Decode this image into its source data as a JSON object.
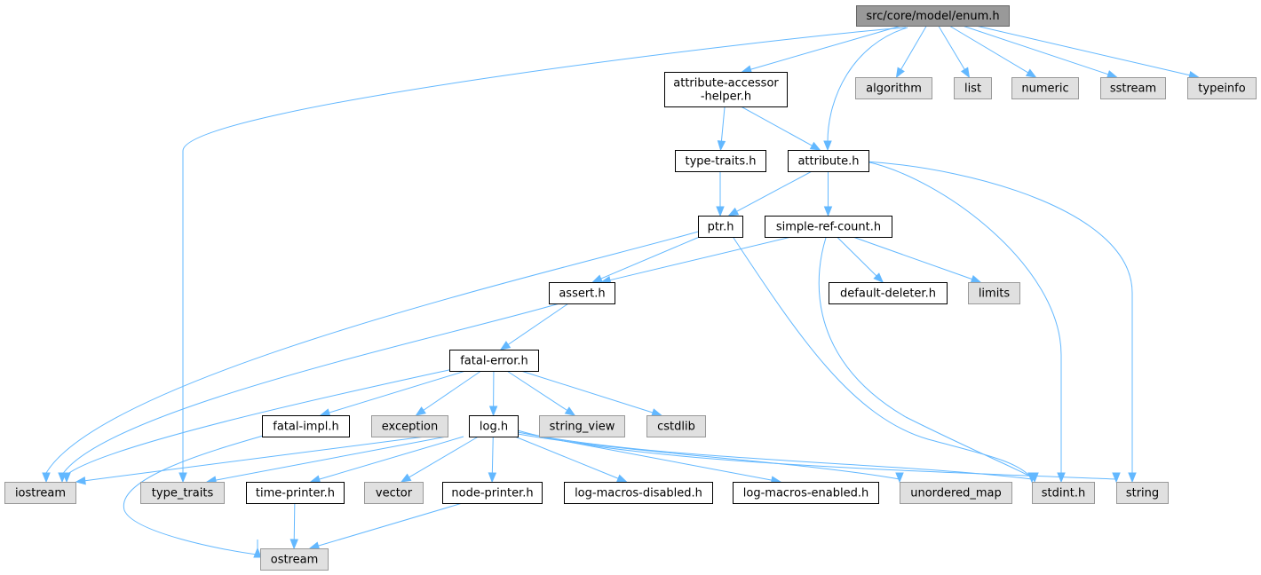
{
  "colors": {
    "edge": "#63b8ff",
    "root_fill": "#999999",
    "root_stroke": "#666666",
    "internal_fill": "#ffffff",
    "internal_stroke": "#000000",
    "system_fill": "#e0e0e0",
    "system_stroke": "#999999"
  },
  "nodes": [
    {
      "id": "enum",
      "label": [
        "src/core/model/enum.h"
      ],
      "kind": "root"
    },
    {
      "id": "aah",
      "label": [
        "attribute-accessor",
        "-helper.h"
      ],
      "kind": "internal"
    },
    {
      "id": "algorithm",
      "label": [
        "algorithm"
      ],
      "kind": "system"
    },
    {
      "id": "list",
      "label": [
        "list"
      ],
      "kind": "system"
    },
    {
      "id": "numeric",
      "label": [
        "numeric"
      ],
      "kind": "system"
    },
    {
      "id": "sstream",
      "label": [
        "sstream"
      ],
      "kind": "system"
    },
    {
      "id": "typeinfo",
      "label": [
        "typeinfo"
      ],
      "kind": "system"
    },
    {
      "id": "typetraitsh",
      "label": [
        "type-traits.h"
      ],
      "kind": "internal"
    },
    {
      "id": "attribute",
      "label": [
        "attribute.h"
      ],
      "kind": "internal"
    },
    {
      "id": "ptr",
      "label": [
        "ptr.h"
      ],
      "kind": "internal"
    },
    {
      "id": "srcount",
      "label": [
        "simple-ref-count.h"
      ],
      "kind": "internal"
    },
    {
      "id": "assert",
      "label": [
        "assert.h"
      ],
      "kind": "internal"
    },
    {
      "id": "defdel",
      "label": [
        "default-deleter.h"
      ],
      "kind": "internal"
    },
    {
      "id": "limits",
      "label": [
        "limits"
      ],
      "kind": "system"
    },
    {
      "id": "fatalerr",
      "label": [
        "fatal-error.h"
      ],
      "kind": "internal"
    },
    {
      "id": "fatalimpl",
      "label": [
        "fatal-impl.h"
      ],
      "kind": "internal"
    },
    {
      "id": "exception",
      "label": [
        "exception"
      ],
      "kind": "system"
    },
    {
      "id": "log",
      "label": [
        "log.h"
      ],
      "kind": "internal"
    },
    {
      "id": "stringview",
      "label": [
        "string_view"
      ],
      "kind": "system"
    },
    {
      "id": "cstdlib",
      "label": [
        "cstdlib"
      ],
      "kind": "system"
    },
    {
      "id": "iostream",
      "label": [
        "iostream"
      ],
      "kind": "system"
    },
    {
      "id": "type_traits",
      "label": [
        "type_traits"
      ],
      "kind": "system"
    },
    {
      "id": "timeprinter",
      "label": [
        "time-printer.h"
      ],
      "kind": "internal"
    },
    {
      "id": "vector",
      "label": [
        "vector"
      ],
      "kind": "system"
    },
    {
      "id": "nodeprinter",
      "label": [
        "node-printer.h"
      ],
      "kind": "internal"
    },
    {
      "id": "lmdisabled",
      "label": [
        "log-macros-disabled.h"
      ],
      "kind": "internal"
    },
    {
      "id": "lmenabled",
      "label": [
        "log-macros-enabled.h"
      ],
      "kind": "internal"
    },
    {
      "id": "umap",
      "label": [
        "unordered_map"
      ],
      "kind": "system"
    },
    {
      "id": "stdint",
      "label": [
        "stdint.h"
      ],
      "kind": "system"
    },
    {
      "id": "string",
      "label": [
        "string"
      ],
      "kind": "system"
    },
    {
      "id": "ostream",
      "label": [
        "ostream"
      ],
      "kind": "system"
    }
  ],
  "edges": [
    [
      "enum",
      "aah"
    ],
    [
      "enum",
      "algorithm"
    ],
    [
      "enum",
      "list"
    ],
    [
      "enum",
      "numeric"
    ],
    [
      "enum",
      "sstream"
    ],
    [
      "enum",
      "typeinfo"
    ],
    [
      "enum",
      "attribute"
    ],
    [
      "enum",
      "type_traits"
    ],
    [
      "aah",
      "typetraitsh"
    ],
    [
      "aah",
      "attribute"
    ],
    [
      "typetraitsh",
      "ptr"
    ],
    [
      "attribute",
      "ptr"
    ],
    [
      "attribute",
      "srcount"
    ],
    [
      "attribute",
      "stdint"
    ],
    [
      "attribute",
      "string"
    ],
    [
      "ptr",
      "assert"
    ],
    [
      "ptr",
      "iostream"
    ],
    [
      "ptr",
      "stdint"
    ],
    [
      "srcount",
      "assert"
    ],
    [
      "srcount",
      "defdel"
    ],
    [
      "srcount",
      "limits"
    ],
    [
      "srcount",
      "stdint"
    ],
    [
      "assert",
      "fatalerr"
    ],
    [
      "assert",
      "iostream"
    ],
    [
      "fatalerr",
      "fatalimpl"
    ],
    [
      "fatalerr",
      "exception"
    ],
    [
      "fatalerr",
      "log"
    ],
    [
      "fatalerr",
      "stringview"
    ],
    [
      "fatalerr",
      "cstdlib"
    ],
    [
      "fatalerr",
      "iostream"
    ],
    [
      "fatalimpl",
      "ostream"
    ],
    [
      "log",
      "iostream"
    ],
    [
      "log",
      "type_traits"
    ],
    [
      "log",
      "timeprinter"
    ],
    [
      "log",
      "vector"
    ],
    [
      "log",
      "nodeprinter"
    ],
    [
      "log",
      "lmdisabled"
    ],
    [
      "log",
      "lmenabled"
    ],
    [
      "log",
      "umap"
    ],
    [
      "log",
      "stdint"
    ],
    [
      "log",
      "string"
    ],
    [
      "timeprinter",
      "ostream"
    ],
    [
      "nodeprinter",
      "ostream"
    ]
  ]
}
